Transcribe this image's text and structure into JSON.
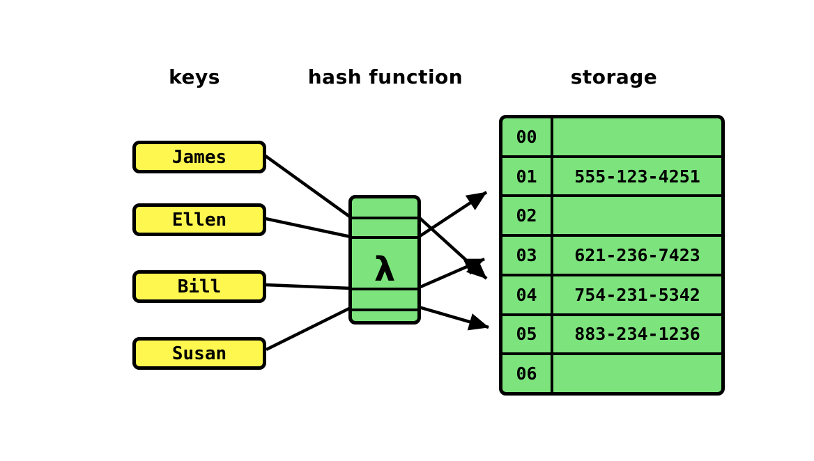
{
  "headers": {
    "keys": "keys",
    "hash_function": "hash function",
    "storage": "storage"
  },
  "keys": {
    "items": [
      "James",
      "Ellen",
      "Bill",
      "Susan"
    ]
  },
  "hash_function": {
    "symbol": "λ"
  },
  "storage": {
    "rows": [
      {
        "index": "00",
        "value": ""
      },
      {
        "index": "01",
        "value": "555-123-4251"
      },
      {
        "index": "02",
        "value": ""
      },
      {
        "index": "03",
        "value": "621-236-7423"
      },
      {
        "index": "04",
        "value": "754-231-5342"
      },
      {
        "index": "05",
        "value": "883-234-1236"
      },
      {
        "index": "06",
        "value": ""
      }
    ]
  },
  "connections": [
    {
      "from": "James",
      "to_slot": "04"
    },
    {
      "from": "Ellen",
      "to_slot": "01"
    },
    {
      "from": "Bill",
      "to_slot": "03"
    },
    {
      "from": "Susan",
      "to_slot": "05"
    }
  ],
  "colors": {
    "key_fill": "#FDF750",
    "storage_fill": "#7DE47D",
    "line": "#000000",
    "background": "#FFFFFF"
  }
}
